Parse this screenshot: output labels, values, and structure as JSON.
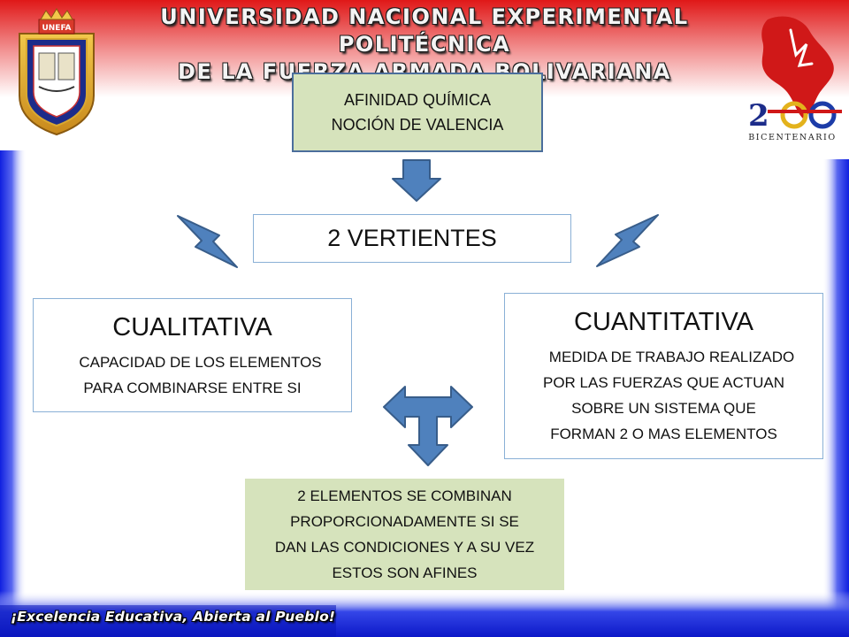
{
  "header": {
    "line1": "UNIVERSIDAD NACIONAL EXPERIMENTAL POLITÉCNICA",
    "line2": "DE LA FUERZA ARMADA BOLIVARIANA"
  },
  "logo": {
    "seal_text": "UNEFA"
  },
  "emblem": {
    "label": "BICENTENARIO"
  },
  "diagram": {
    "top": {
      "line1": "AFINIDAD QUÍMICA",
      "line2": "NOCIÓN DE VALENCIA"
    },
    "center": {
      "label": "2 VERTIENTES"
    },
    "left": {
      "title": "CUALITATIVA",
      "line1": "CAPACIDAD DE LOS ELEMENTOS",
      "line2": "PARA COMBINARSE ENTRE SI"
    },
    "right": {
      "title": "CUANTITATIVA",
      "line1": "MEDIDA DE TRABAJO REALIZADO",
      "line2": "POR LAS FUERZAS QUE ACTUAN",
      "line3": "SOBRE UN SISTEMA  QUE",
      "line4": "FORMAN 2 O MAS ELEMENTOS"
    },
    "bottom": {
      "line1": "2 ELEMENTOS SE COMBINAN",
      "line2": "PROPORCIONADAMENTE SI SE",
      "line3": "DAN LAS CONDICIONES Y A SU VEZ",
      "line4": "ESTOS SON  AFINES"
    }
  },
  "footer": {
    "slogan": "¡Excelencia Educativa, Abierta al Pueblo!"
  },
  "colors": {
    "arrow_fill": "#4f81bd",
    "arrow_stroke": "#385d8a",
    "box_green": "#d6e3bc",
    "frame_blue": "#1b2bd6",
    "frame_red": "#e21b1b"
  }
}
